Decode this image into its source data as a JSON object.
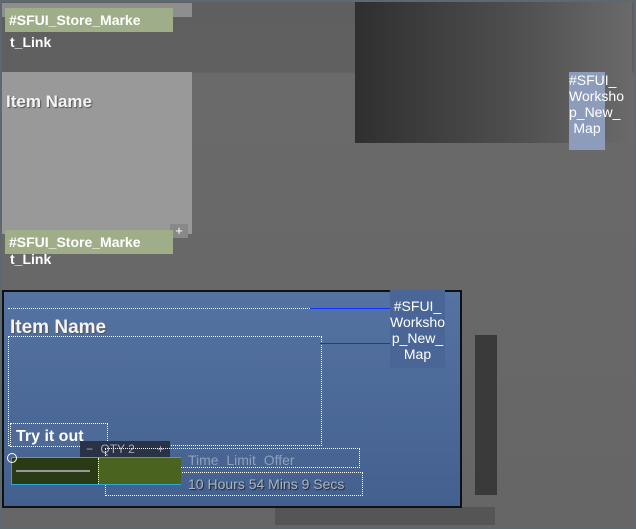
{
  "store_link_top": {
    "line1": "#SFUI_Store_Marke",
    "line2": "t_Link"
  },
  "store_link_bottom": {
    "line1": "#SFUI_Store_Marke",
    "line2": "t_Link"
  },
  "gray_item_name": "Item Name",
  "gray_plus": "+",
  "workshop_top": {
    "lines": [
      "#SFUI_",
      "Worksho",
      "p_New_",
      "Map"
    ]
  },
  "blue_panel": {
    "item_name": "Item Name",
    "workshop": {
      "lines": [
        "#SFUI_",
        "Worksho",
        "p_New_",
        "Map"
      ]
    },
    "try_label": "Try it out",
    "qty_label": "QTY 2",
    "qty_minus": "−",
    "qty_plus": "+",
    "offer_label": "Time_Limit_Offer",
    "timer": "10 Hours 54 Mins 9 Secs"
  }
}
